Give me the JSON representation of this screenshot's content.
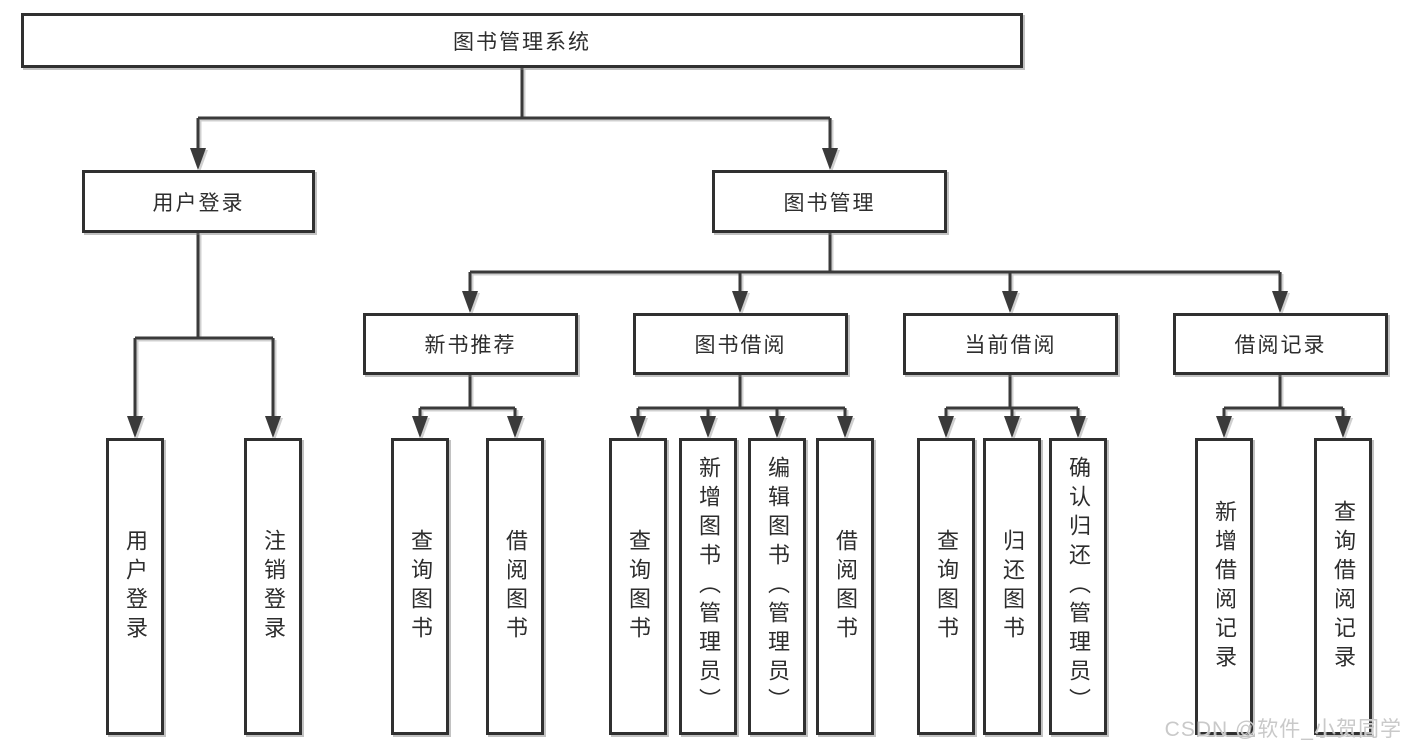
{
  "tree": {
    "label": "图书管理系统",
    "children": [
      {
        "label": "用户登录",
        "children": [
          {
            "label": "用户登录"
          },
          {
            "label": "注销登录"
          }
        ]
      },
      {
        "label": "图书管理",
        "children": [
          {
            "label": "新书推荐",
            "children": [
              {
                "label": "查询图书"
              },
              {
                "label": "借阅图书"
              }
            ]
          },
          {
            "label": "图书借阅",
            "children": [
              {
                "label": "查询图书"
              },
              {
                "label": "新增图书（管理员）"
              },
              {
                "label": "编辑图书（管理员）"
              },
              {
                "label": "借阅图书"
              }
            ]
          },
          {
            "label": "当前借阅",
            "children": [
              {
                "label": "查询图书"
              },
              {
                "label": "归还图书"
              },
              {
                "label": "确认归还（管理员）"
              }
            ]
          },
          {
            "label": "借阅记录",
            "children": [
              {
                "label": "新增借阅记录"
              },
              {
                "label": "查询借阅记录"
              }
            ]
          }
        ]
      }
    ]
  },
  "watermark": {
    "text": "CSDN @软件_小贺同学"
  },
  "colors": {
    "line": "#3a3a3a",
    "border": "#303030",
    "text": "#2d2d2d",
    "watermark": "#c9c9c9",
    "background": "#ffffff"
  }
}
